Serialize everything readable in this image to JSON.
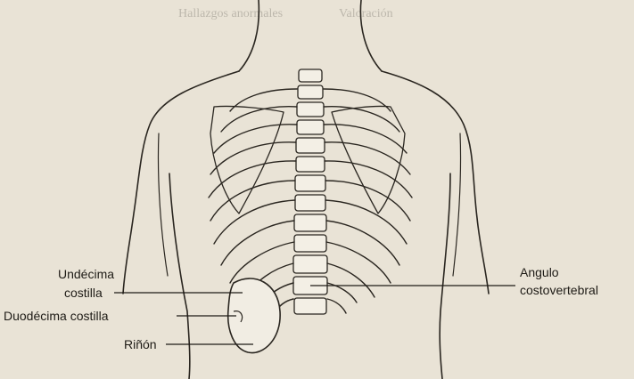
{
  "labels": {
    "undecima_line1": "Undécima",
    "undecima_line2": "costilla",
    "duodecima": "Duodécima costilla",
    "rinon": "Riñón",
    "angulo_line1": "Angulo",
    "angulo_line2": "costovertebral"
  },
  "background_text": {
    "col_left_header": "Hallazgos anormales",
    "col_right_header": "Valoración"
  },
  "colors": {
    "paper": "#e9e3d6",
    "ink": "#1e1b16"
  }
}
